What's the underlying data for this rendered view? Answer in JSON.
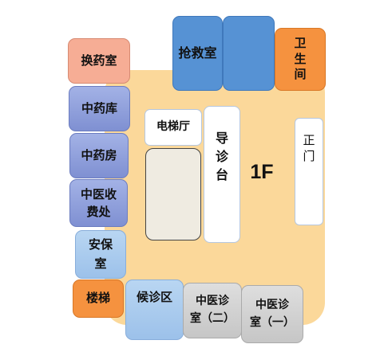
{
  "floor": {
    "label": "1F",
    "color": "#fbd89a"
  },
  "rooms": {
    "rescue": "抢救室",
    "unlabeled": "",
    "toilet": "卫\n生\n间",
    "pharmacy_exchange": "换药室",
    "herb_storage": "中药库",
    "herb_pharmacy": "中药房",
    "tcm_cashier": "中医收\n费处",
    "security": "安保\n室",
    "stairs": "楼梯",
    "waiting": "候诊区",
    "tcm_clinic_2": "中医诊\n室（二）",
    "tcm_clinic_1": "中医诊\n室（一）",
    "elevator_hall": "电梯厅",
    "elevator": "",
    "guide_desk": "导\n诊\n台",
    "main_gate": "正\n门"
  },
  "colors": {
    "peach": "#f6ad95",
    "purple": "#8e9edb",
    "light_blue": "#a9cbee",
    "blue": "#5692d4",
    "orange": "#f5923f",
    "grey": "#d2d2d2"
  }
}
